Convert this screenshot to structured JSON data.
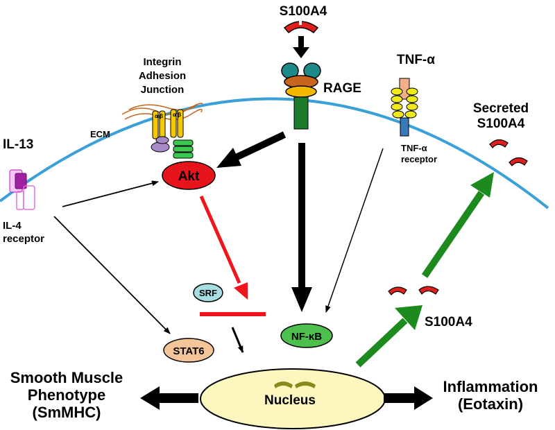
{
  "labels": {
    "s100a4_top": "S100A4",
    "rage": "RAGE",
    "integrin_line1": "Integrin",
    "integrin_line2": "Adhesion",
    "integrin_line3": "Junction",
    "alpha_beta_1": "α β",
    "alpha_beta_2": "α β",
    "ecm": "ECM",
    "tnf_alpha": "TNF-α",
    "tnf_receptor_line1": "TNF-α",
    "tnf_receptor_line2": "receptor",
    "secreted_line1": "Secreted",
    "secreted_line2": "S100A4",
    "il13": "IL-13",
    "il4_receptor_line1": "IL-4",
    "il4_receptor_line2": "receptor",
    "akt": "Akt",
    "srf": "SRF",
    "nfkb": "NF-κB",
    "s100a4_right": "S100A4",
    "stat6": "STAT6",
    "nucleus": "Nucleus",
    "smooth_line1": "Smooth Muscle",
    "smooth_line2": "Phenotype",
    "smooth_line3": "(SmMHC)",
    "inflammation_line1": "Inflammation",
    "inflammation_line2": "(Eotaxin)"
  },
  "colors": {
    "membrane": "#3aa0d8",
    "akt_fill": "#e8141c",
    "srf_fill": "#a8dde3",
    "nfkb_fill": "#4cbf4c",
    "stat6_fill": "#f5c59a",
    "nucleus_fill": "#fbf7bf",
    "inhibition": "#f0141c",
    "secretion": "#1d8a1d",
    "s100a4_protein": "#e0201c"
  }
}
